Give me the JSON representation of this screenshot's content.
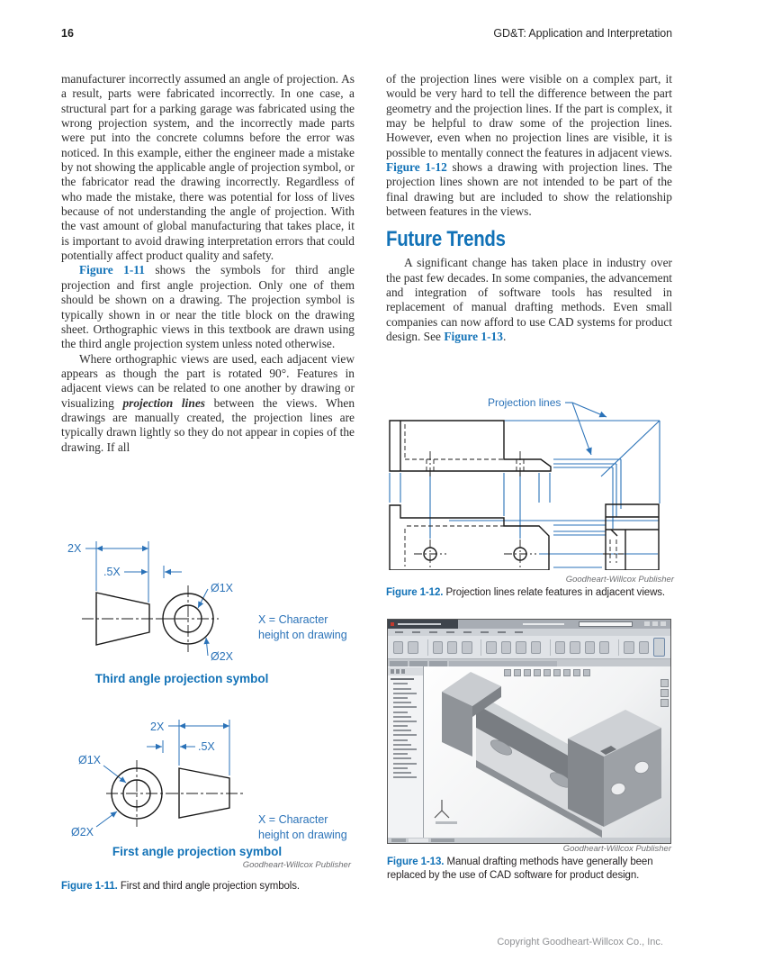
{
  "page": {
    "number": "16",
    "running_title": "GD&T: Application and Interpretation",
    "footer": "Copyright Goodheart-Willcox Co., Inc."
  },
  "left_column": {
    "p1": "manufacturer incorrectly assumed an angle of projection. As a result, parts were fabricated incorrectly. In one case, a structural part for a parking garage was fabricated using the wrong projection system, and the incorrectly made parts were put into the concrete columns before the error was noticed. In this example, either the engineer made a mistake by not showing the applicable angle of projection symbol, or the fabricator read the drawing incorrectly. Regardless of who made the mistake, there was potential for loss of lives because of not understanding the angle of projection. With the vast amount of global manufacturing that takes place, it is important to avoid drawing interpretation errors that could potentially affect product quality and safety.",
    "p2_ref": "Figure 1-11",
    "p2_rest": " shows the symbols for third angle projection and first angle projection. Only one of them should be shown on a drawing. The projection symbol is typically shown in or near the title block on the drawing sheet. Orthographic views in this textbook are drawn using the third angle projection system unless noted otherwise.",
    "p3_a": "Where orthographic views are used, each adjacent view appears as though the part is rotated 90°. Features in adjacent views can be related to one another by drawing or visualizing ",
    "p3_em": "projection lines",
    "p3_b": " between the views. When drawings are manually created, the projection lines are typically drawn lightly so they do not appear in copies of the drawing. If all"
  },
  "right_column": {
    "p1_a": "of the projection lines were visible on a complex part, it would be very hard to tell the difference between the part geometry and the projection lines. If the part is complex, it may be helpful to draw some of the projection lines. However, even when no projection lines are visible, it is possible to mentally connect the features in adjacent views. ",
    "p1_ref": "Figure 1-12",
    "p1_b": " shows a drawing with projection lines. The projection lines shown are not intended to be part of the final drawing but are included to show the relationship between features in the views.",
    "heading": "Future Trends",
    "p2_a": "A significant change has taken place in industry over the past few decades. In some companies, the advancement and integration of software tools has resulted in replacement of manual drafting methods. Even small companies can now afford to use CAD systems for product design. See ",
    "p2_ref": "Figure 1-13",
    "p2_b": "."
  },
  "figure_11": {
    "dims": {
      "two_x": "2X",
      "half_x": ".5X",
      "dia1": "Ø1X",
      "dia2": "Ø2X"
    },
    "note_line1": "X = Character",
    "note_line2": "height on drawing",
    "label_third": "Third angle projection symbol",
    "label_first": "First angle projection symbol",
    "credit": "Goodheart-Willcox Publisher",
    "caption_ref": "Figure 1-11.",
    "caption_text": "First and third angle projection symbols."
  },
  "figure_12": {
    "annotation": "Projection lines",
    "credit": "Goodheart-Willcox Publisher",
    "caption_ref": "Figure 1-12.",
    "caption_text": "Projection lines relate features in adjacent views."
  },
  "figure_13": {
    "credit": "Goodheart-Willcox Publisher",
    "caption_ref": "Figure 1-13.",
    "caption_text": "Manual drafting methods have generally been replaced by the use of CAD software for product design."
  },
  "colors": {
    "accent_blue": "#1272b7",
    "drawing_blue": "#2a72b8",
    "body_text": "#2e2e2e",
    "credit_gray": "#6d6e71"
  }
}
